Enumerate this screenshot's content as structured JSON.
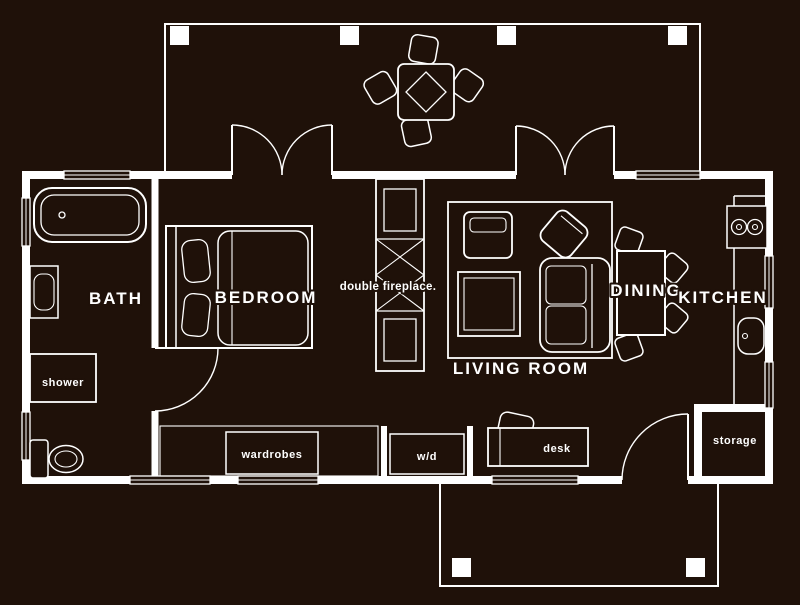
{
  "canvas": {
    "background_color": "#1f1109",
    "line_color": "#ffffff"
  },
  "rooms": {
    "bath": "BATH",
    "bedroom": "BEDROOM",
    "living_room": "LIVING ROOM",
    "dining": "DINING",
    "kitchen": "KITCHEN"
  },
  "labels": {
    "fireplace": "double fireplace.",
    "shower": "shower",
    "wardrobes": "wardrobes",
    "washer_dryer": "w/d",
    "desk": "desk",
    "storage": "storage"
  }
}
